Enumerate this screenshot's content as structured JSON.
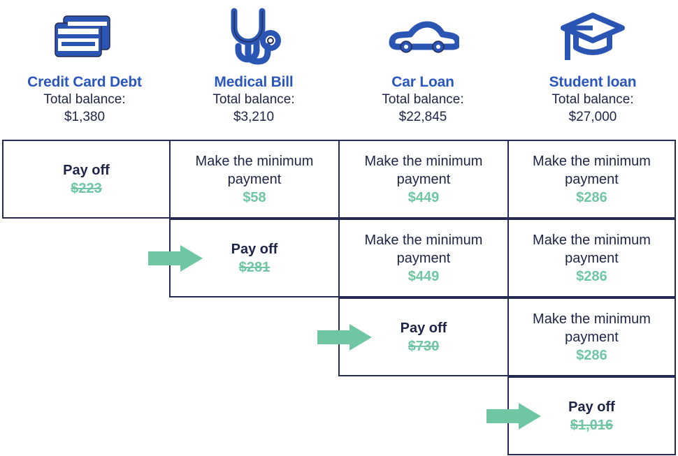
{
  "columns": [
    {
      "icon": "credit-cards-icon",
      "title": "Credit Card Debt",
      "balance_label": "Total balance:",
      "balance": "$1,380"
    },
    {
      "icon": "stethoscope-icon",
      "title": "Medical Bill",
      "balance_label": "Total balance:",
      "balance": "$3,210"
    },
    {
      "icon": "car-icon",
      "title": "Car Loan",
      "balance_label": "Total balance:",
      "balance": "$22,845"
    },
    {
      "icon": "graduation-cap-icon",
      "title": "Student loan",
      "balance_label": "Total balance:",
      "balance": "$27,000"
    }
  ],
  "labels": {
    "pay_off": "Pay off",
    "minimum_payment": "Make the minimum payment"
  },
  "colors": {
    "accent_blue": "#2a57bd",
    "navy": "#1e2448",
    "green": "#6ec6a3",
    "border": "#252a52"
  },
  "rows": [
    {
      "cells": [
        {
          "col": 0,
          "type": "payoff",
          "label": "Pay off",
          "value": "$223",
          "struck": true
        },
        {
          "col": 1,
          "type": "minimum",
          "label": "Make the minimum payment",
          "value": "$58",
          "struck": false
        },
        {
          "col": 2,
          "type": "minimum",
          "label": "Make the minimum payment",
          "value": "$449",
          "struck": false
        },
        {
          "col": 3,
          "type": "minimum",
          "label": "Make the minimum payment",
          "value": "$286",
          "struck": false
        }
      ]
    },
    {
      "cells": [
        {
          "col": 1,
          "type": "payoff",
          "label": "Pay off",
          "value": "$281",
          "struck": true
        },
        {
          "col": 2,
          "type": "minimum",
          "label": "Make the minimum payment",
          "value": "$449",
          "struck": false
        },
        {
          "col": 3,
          "type": "minimum",
          "label": "Make the minimum payment",
          "value": "$286",
          "struck": false
        }
      ]
    },
    {
      "cells": [
        {
          "col": 2,
          "type": "payoff",
          "label": "Pay off",
          "value": "$730",
          "struck": true
        },
        {
          "col": 3,
          "type": "minimum",
          "label": "Make the minimum payment",
          "value": "$286",
          "struck": false
        }
      ]
    },
    {
      "cells": [
        {
          "col": 3,
          "type": "payoff",
          "label": "Pay off",
          "value": "$1,016",
          "struck": true
        }
      ]
    }
  ],
  "arrows": [
    {
      "row": 1,
      "target_col": 1
    },
    {
      "row": 2,
      "target_col": 2
    },
    {
      "row": 3,
      "target_col": 3
    }
  ]
}
